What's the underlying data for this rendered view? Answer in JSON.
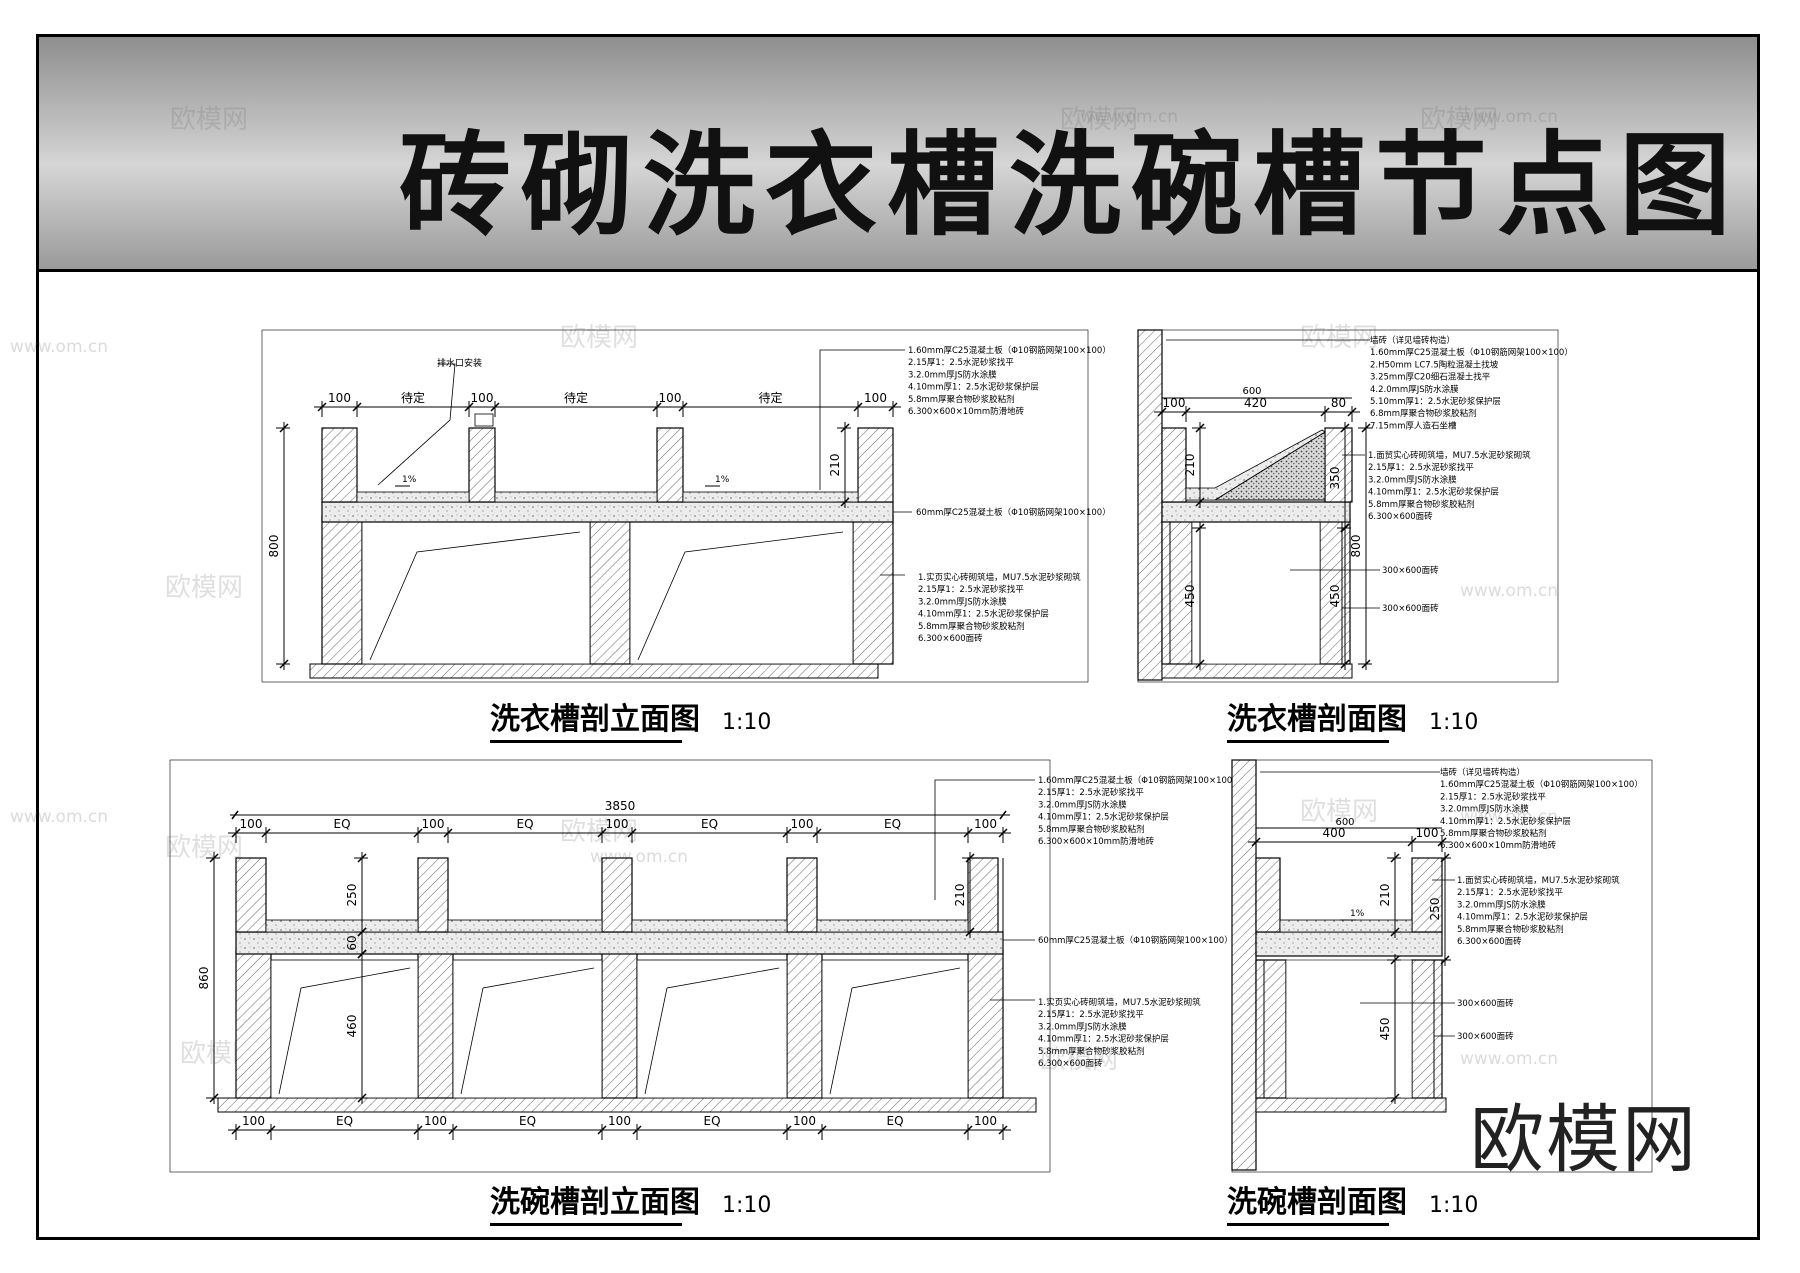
{
  "title": "砖砌洗衣槽洗碗槽节点图",
  "brand": "欧模网",
  "watermark": {
    "cn": "欧模网",
    "url": "www.om.cn",
    "url_short": "om.cn"
  },
  "colors": {
    "line": "#000000",
    "hatch": "#555555",
    "concrete_fill": "#e4e4e4",
    "header_bg": "#bdbdbd"
  },
  "views": {
    "laundry_elevation": {
      "caption": "洗衣槽剖立面图",
      "scale": "1:10",
      "dims_top": [
        "100",
        "待定",
        "100",
        "待定",
        "100",
        "待定",
        "100"
      ],
      "height_total": "800",
      "height_inner": "210",
      "label_drain": "排水口安装",
      "slope": "1%",
      "label_slab": "60mm厚C25混凝土板（Φ10钢筋网架100×100）",
      "notes_top": [
        "1.60mm厚C25混凝土板（Φ10钢筋网架100×100）",
        "2.15厚1：2.5水泥砂浆找平",
        "3.2.0mm厚JS防水涂膜",
        "4.10mm厚1：2.5水泥砂浆保护层",
        "5.8mm厚聚合物砂浆胶粘剂",
        "6.300×600×10mm防滑地砖"
      ],
      "notes_wall": [
        "1.实页实心砖砌筑墙，MU7.5水泥砂浆砌筑",
        "2.15厚1：2.5水泥砂浆找平",
        "3.2.0mm厚JS防水涂膜",
        "4.10mm厚1：2.5水泥砂浆保护层",
        "5.8mm厚聚合物砂浆胶粘剂",
        "6.300×600面砖"
      ]
    },
    "laundry_section": {
      "caption": "洗衣槽剖面图",
      "scale": "1:10",
      "dims_top_total": "600",
      "dims_top": [
        "100",
        "420",
        "80"
      ],
      "heights": [
        "210",
        "350",
        "800",
        "450"
      ],
      "notes_top": [
        "墙砖（详见墙砖构造）",
        "1.60mm厚C25混凝土板（Φ10钢筋网架100×100）",
        "2.H50mm LC7.5陶粒混凝土找坡",
        "3.25mm厚C20细石混凝土找平",
        "4.2.0mm厚JS防水涂膜",
        "5.10mm厚1：2.5水泥砂浆保护层",
        "6.8mm厚聚合物砂浆胶粘剂",
        "7.15mm厚人造石坐槽"
      ],
      "notes_wall": [
        "1.面贸实心砖砌筑墙，MU7.5水泥砂浆砌筑",
        "2.15厚1：2.5水泥砂浆找平",
        "3.2.0mm厚JS防水涂膜",
        "4.10mm厚1：2.5水泥砂浆保护层",
        "5.8mm厚聚合物砂浆胶粘剂",
        "6.300×600面砖"
      ],
      "label_tile_1": "300×600面砖",
      "label_tile_2": "300×600面砖"
    },
    "dish_elevation": {
      "caption": "洗碗槽剖立面图",
      "scale": "1:10",
      "dim_total": "3850",
      "dims_top": [
        "100",
        "EQ",
        "100",
        "EQ",
        "100",
        "EQ",
        "100",
        "EQ",
        "100"
      ],
      "dims_bottom": [
        "100",
        "EQ",
        "100",
        "EQ",
        "100",
        "EQ",
        "100",
        "EQ",
        "100"
      ],
      "heights": [
        "250",
        "60",
        "460",
        "210",
        "860"
      ],
      "label_slab": "60mm厚C25混凝土板（Φ10钢筋网架100×100）",
      "notes_top": [
        "1.60mm厚C25混凝土板（Φ10钢筋网架100×100）",
        "2.15厚1：2.5水泥砂浆找平",
        "3.2.0mm厚JS防水涂膜",
        "4.10mm厚1：2.5水泥砂浆保护层",
        "5.8mm厚聚合物砂浆胶粘剂",
        "6.300×600×10mm防滑地砖"
      ],
      "notes_wall": [
        "1.实页实心砖砌筑墙，MU7.5水泥砂浆砌筑",
        "2.15厚1：2.5水泥砂浆找平",
        "3.2.0mm厚JS防水涂膜",
        "4.10mm厚1：2.5水泥砂浆保护层",
        "5.8mm厚聚合物砂浆胶粘剂",
        "6.300×600面砖"
      ]
    },
    "dish_section": {
      "caption": "洗碗槽剖面图",
      "scale": "1:10",
      "dims_top_total": "600",
      "dims_top": [
        "400",
        "100"
      ],
      "heights": [
        "210",
        "250",
        "450"
      ],
      "slope": "1%",
      "notes_top": [
        "墙砖（详见墙砖构造）",
        "1.60mm厚C25混凝土板（Φ10钢筋网架100×100）",
        "2.15厚1：2.5水泥砂浆找平",
        "3.2.0mm厚JS防水涂膜",
        "4.10mm厚1：2.5水泥砂浆保护层",
        "5.8mm厚聚合物砂浆胶粘剂",
        "6.300×600×10mm防滑地砖"
      ],
      "notes_wall": [
        "1.面贸实心砖砌筑墙，MU7.5水泥砂浆砌筑",
        "2.15厚1：2.5水泥砂浆找平",
        "3.2.0mm厚JS防水涂膜",
        "4.10mm厚1：2.5水泥砂浆保护层",
        "5.8mm厚聚合物砂浆胶粘剂",
        "6.300×600面砖"
      ],
      "label_tile_1": "300×600面砖",
      "label_tile_2": "300×600面砖"
    }
  }
}
